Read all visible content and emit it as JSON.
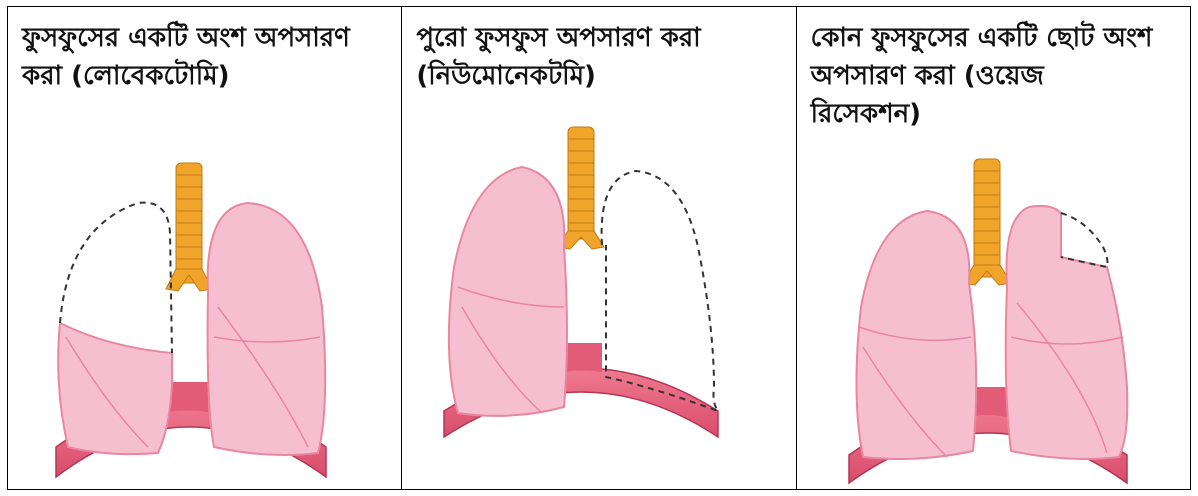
{
  "panels": [
    {
      "title": "ফুসফুসের একটি অংশ অপসারণ করা (লোবেকটোমি)"
    },
    {
      "title": "পুরো ফুসফুস অপসারণ করা (নিউমোনেকটমি)"
    },
    {
      "title": "কোন ফুসফুসের একটি ছোট অংশ অপসারণ করা (ওয়েজ রিসেকশন)"
    }
  ],
  "colors": {
    "lung_fill": "#f6bfcf",
    "lung_stroke": "#e8879f",
    "trachea": "#f0a52a",
    "diaphragm": "#e25b78",
    "removed_outline": "#333333"
  }
}
